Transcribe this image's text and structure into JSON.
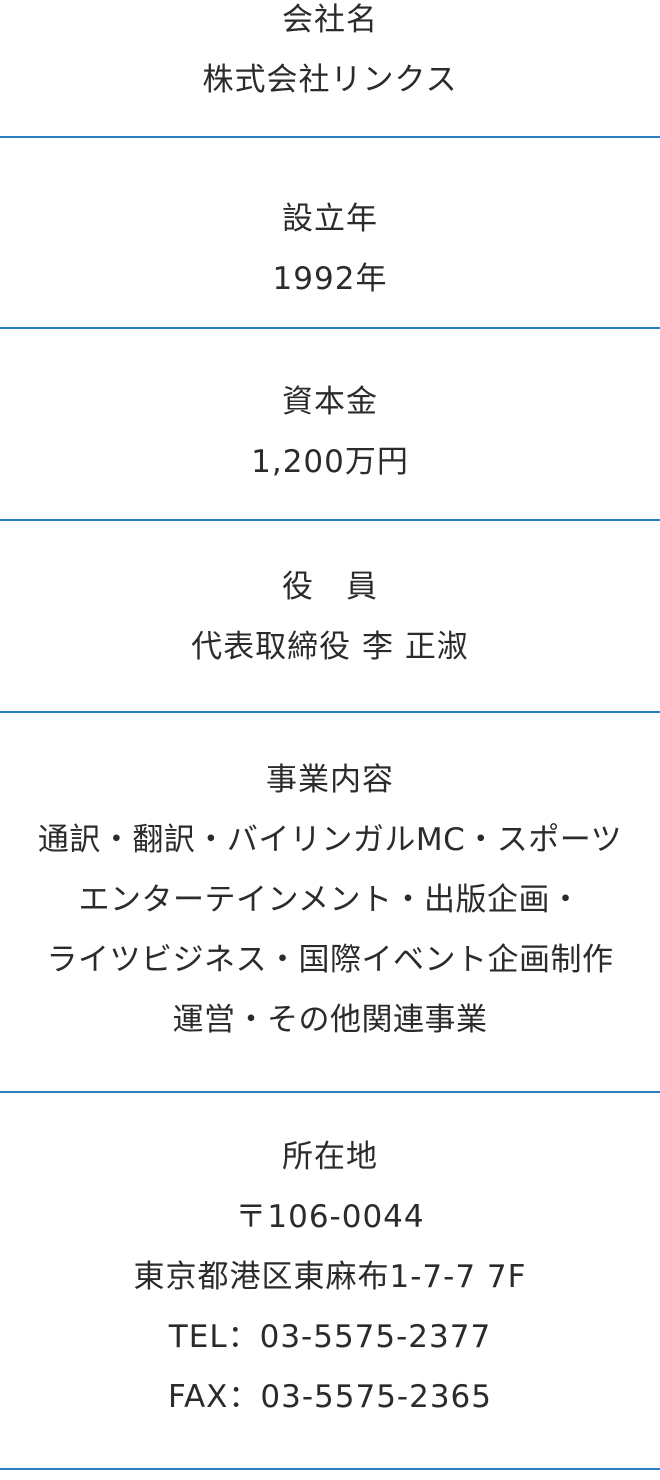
{
  "company_profile": {
    "rows": [
      {
        "label": "会社名",
        "lines": [
          "株式会社リンクス"
        ]
      },
      {
        "label": "設立年",
        "lines": [
          "1992年"
        ]
      },
      {
        "label": "資本金",
        "lines": [
          "1,200万円"
        ]
      },
      {
        "label": "役　員",
        "lines": [
          "代表取締役 李 正淑"
        ]
      },
      {
        "label": "事業内容",
        "lines": [
          "通訳・翻訳・バイリンガルMC・スポーツ",
          "エンターテインメント・出版企画・",
          "ライツビジネス・国際イベント企画制作",
          "運営・その他関連事業"
        ]
      },
      {
        "label": "所在地",
        "lines": [
          "〒106-0044",
          "東京都港区東麻布1-7-7 7F",
          "TEL：03-5575-2377",
          "FAX：03-5575-2365"
        ]
      }
    ]
  },
  "colors": {
    "divider": "#2a7fc0",
    "text": "#2b2b2b",
    "background": "#ffffff"
  }
}
